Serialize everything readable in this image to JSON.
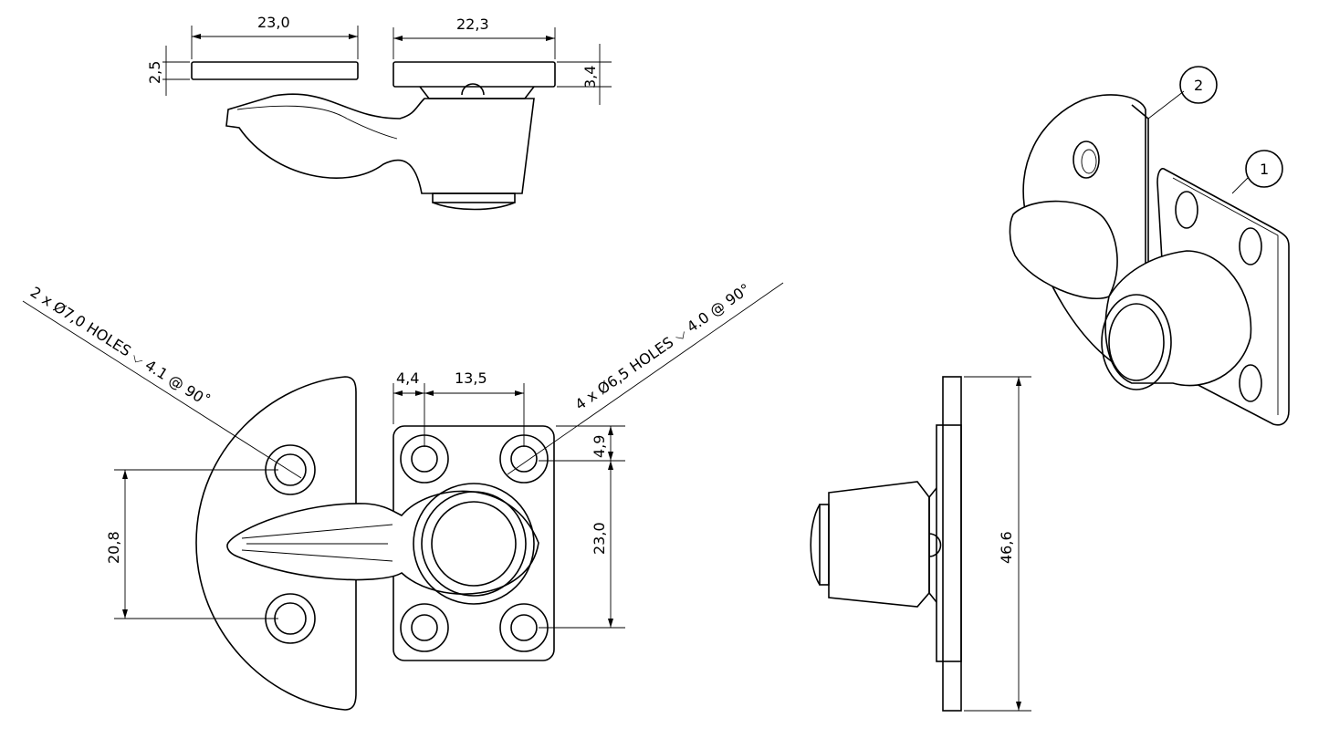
{
  "top_view": {
    "dim_left_width": "23,0",
    "dim_right_width": "22,3",
    "dim_left_thickness": "2,5",
    "dim_right_thickness": "3,4"
  },
  "front_view": {
    "callout_left": "2 x Ø7,0 HOLES ⌵ 4.1 @ 90˚",
    "callout_right": "4 x Ø6,5 HOLES ⌵ 4.0 @ 90°",
    "dim_edge": "4,4",
    "dim_hole_spacing_h": "13,5",
    "dim_edge_v": "4,9",
    "dim_hole_spacing_v": "23,0",
    "dim_left_holes": "20,8"
  },
  "side_view": {
    "dim_height": "46,6"
  },
  "iso_view": {
    "balloon_1": "1",
    "balloon_2": "2"
  },
  "colors": {
    "line": "#000000",
    "background": "#ffffff"
  }
}
